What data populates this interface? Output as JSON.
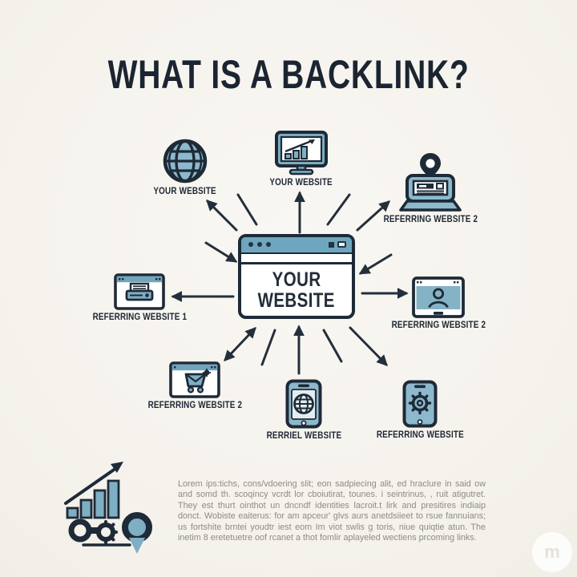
{
  "title": "WHAT IS A BACKLINK?",
  "center_site": {
    "line1": "YOUR",
    "line2": "WEBSITE"
  },
  "nodes": [
    {
      "id": "your-website-globe",
      "icon": "globe-icon",
      "label": "YOUR WEBSITE"
    },
    {
      "id": "your-website-analytics",
      "icon": "monitor-chart-icon",
      "label": "YOUR WEBSITE"
    },
    {
      "id": "referring-website-2-top-right",
      "icon": "kiosk-pin-icon",
      "label": "REFERRING WEBSITE 2"
    },
    {
      "id": "referring-website-1-left",
      "icon": "browser-printer-icon",
      "label": "REFERRING WEBSITE 1"
    },
    {
      "id": "referring-website-2-right",
      "icon": "browser-user-icon",
      "label": "REFERRING WEBSITE 2"
    },
    {
      "id": "referring-website-2-lower-left",
      "icon": "browser-cart-icon",
      "label": "REFERRING WEBSITE 2"
    },
    {
      "id": "rerriel-website-bottom",
      "icon": "phone-globe-icon",
      "label": "RERRIEL WEBSITE"
    },
    {
      "id": "referring-website-bottom-right",
      "icon": "phone-gear-icon",
      "label": "REFERRING WEBSITE"
    }
  ],
  "description": "Lorem ips:tichs, cons/vdoering slit; eon sadpiecing alit, ed hraclure in said ow and somd th. scoqincy vcrdt lor cboiutirat, tounes. i seintrinus, , ruit atigutret. They est thurt ointhot un dncndf identities lacroit.t lirk and presitires indiaip donct. Wobiste eaiterus: for am apceur' glvs aurs anetdsiieet to rsue fannuians; us fortshite brntei youdtr iest eom Im viot swlis g toris, niue quiqtie atun. The inetim 8 eretetuetre oof rcanet a thot fomlir aplayeled wectiens prcoming links.",
  "watermark_letter": "m",
  "colors": {
    "background": "#f7f5f0",
    "ink": "#1e2a37",
    "blue": "#6fa6bf",
    "blue_light": "#8db9cc",
    "screen_blue": "#85b3c6",
    "text_muted": "#8e8b84"
  }
}
